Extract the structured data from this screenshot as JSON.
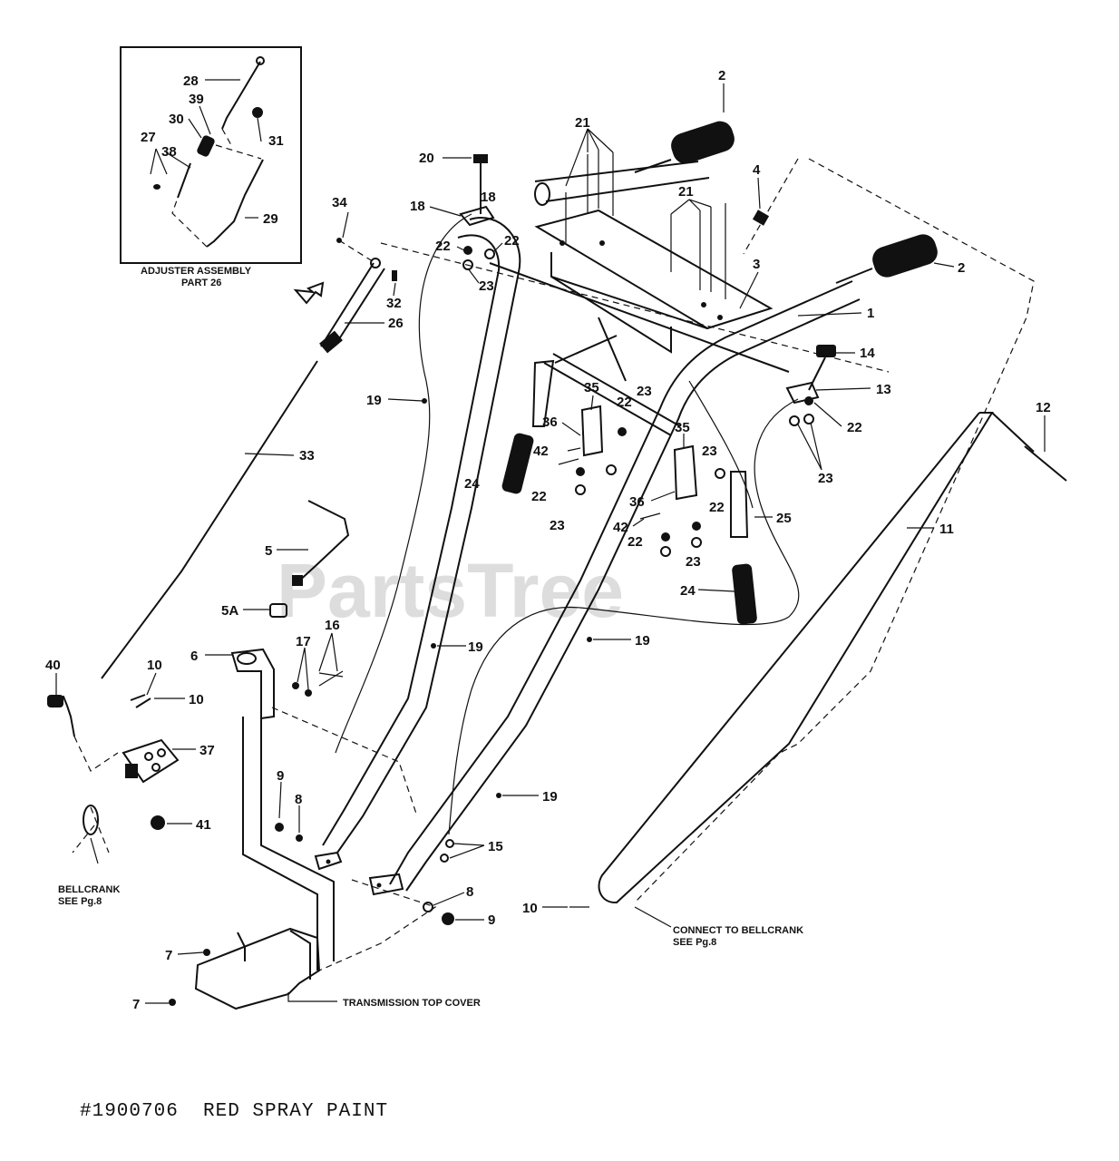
{
  "watermark": "PartsTree",
  "inset": {
    "title_line1": "ADJUSTER ASSEMBLY",
    "title_line2": "PART 26"
  },
  "callouts": {
    "bellcrank_line1": "BELLCRANK",
    "bellcrank_line2": "SEE Pg.8",
    "connect_line1": "CONNECT TO BELLCRANK",
    "connect_line2": "SEE Pg.8",
    "transmission": "TRANSMISSION TOP COVER"
  },
  "footer_note": "#1900706  RED SPRAY PAINT",
  "part_numbers": {
    "p1": "1",
    "p2": "2",
    "p3": "3",
    "p4": "4",
    "p5": "5",
    "p5a": "5A",
    "p6": "6",
    "p7": "7",
    "p8": "8",
    "p9": "9",
    "p10": "10",
    "p11": "11",
    "p12": "12",
    "p13": "13",
    "p14": "14",
    "p15": "15",
    "p16": "16",
    "p17": "17",
    "p18": "18",
    "p19": "19",
    "p20": "20",
    "p21": "21",
    "p22": "22",
    "p23": "23",
    "p24": "24",
    "p25": "25",
    "p26": "26",
    "p27": "27",
    "p28": "28",
    "p29": "29",
    "p30": "30",
    "p31": "31",
    "p32": "32",
    "p33": "33",
    "p34": "34",
    "p35": "35",
    "p36": "36",
    "p37": "37",
    "p38": "38",
    "p39": "39",
    "p40": "40",
    "p41": "41",
    "p42": "42"
  }
}
